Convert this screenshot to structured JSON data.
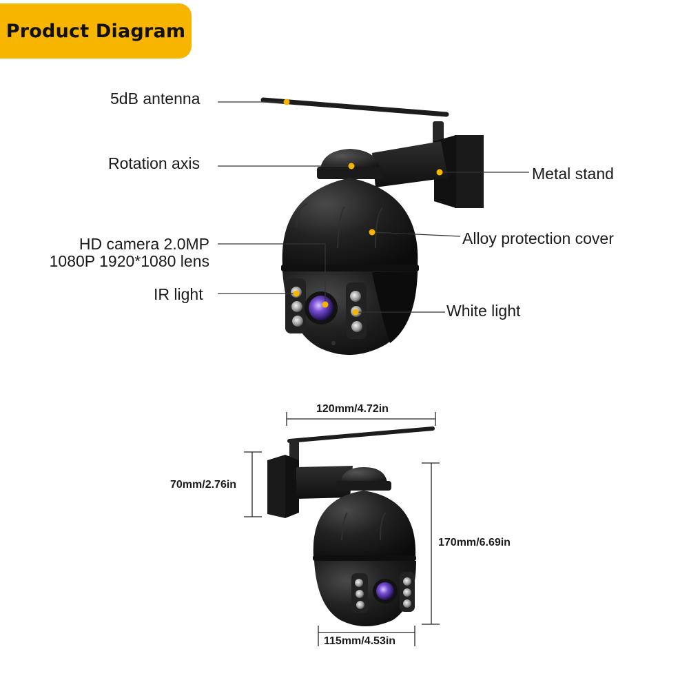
{
  "header": {
    "title": "Product Diagram"
  },
  "labels": {
    "antenna": "5dB antenna",
    "rotation_axis": "Rotation axis",
    "metal_stand": "Metal stand",
    "hd_camera_line1": "HD camera 2.0MP",
    "hd_camera_line2": "1080P 1920*1080 lens",
    "alloy_cover": "Alloy protection cover",
    "ir_light": "IR light",
    "white_light": "White light"
  },
  "dimensions": {
    "width_top": "120mm/4.72in",
    "height_stand": "70mm/2.76in",
    "height_total": "170mm/6.69in",
    "width_bottom": "115mm/4.53in"
  },
  "colors": {
    "accent": "#f7b500",
    "body": "#161616",
    "lens": "#6a3fc0"
  }
}
